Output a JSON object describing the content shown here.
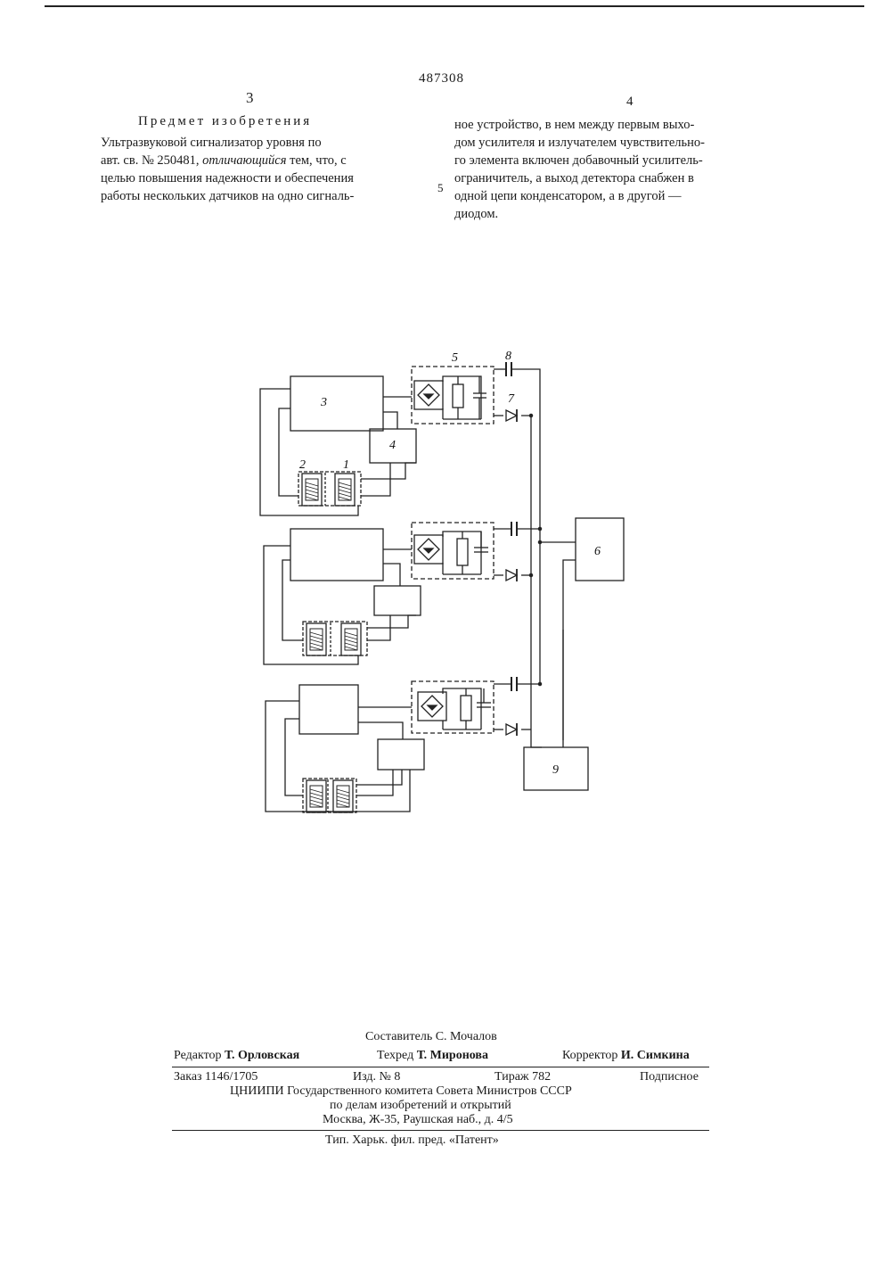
{
  "header": {
    "patent_number": "487308",
    "column_left_number": "3",
    "column_right_number": "4",
    "section_title": "Предмет изобретения",
    "line_marker": "5"
  },
  "claim": {
    "left_lines": [
      "Ультразвуковой сигнализатор уровня по",
      "авт. св. № 250481,",
      "отличающийся",
      "тем, что, с",
      "целью повышения надежности и обеспечения",
      "работы нескольких датчиков на одно сигналь-"
    ],
    "right_lines": [
      "ное устройство, в нем между первым выхо-",
      "дом усилителя и излучателем чувствительно-",
      "го элемента включен добавочный усилитель-",
      "ограничитель, а выход детектора снабжен в",
      "одной цепи конденсатором, а в другой —",
      "диодом."
    ]
  },
  "diagram": {
    "labels": {
      "block_3": "3",
      "block_4": "4",
      "block_5": "5",
      "block_6": "6",
      "block_7": "7",
      "block_8": "8",
      "block_9": "9",
      "element_1": "1",
      "element_2": "2"
    }
  },
  "footer": {
    "compiler": "Составитель С. Мочалов",
    "editor_label": "Редактор",
    "editor_name": "Т. Орловская",
    "techred_label": "Техред",
    "techred_name": "Т. Миронова",
    "corrector_label": "Корректор",
    "corrector_name": "И. Симкина",
    "order": "Заказ 1146/1705",
    "edition": "Изд. № 8",
    "print_run": "Тираж 782",
    "subscription": "Подписное",
    "org_line1": "ЦНИИПИ Государственного комитета Совета Министров СССР",
    "org_line2": "по делам изобретений и открытий",
    "org_line3": "Москва, Ж-35, Раушская наб., д. 4/5",
    "printer": "Тип. Харьк. фил. пред. «Патент»"
  }
}
